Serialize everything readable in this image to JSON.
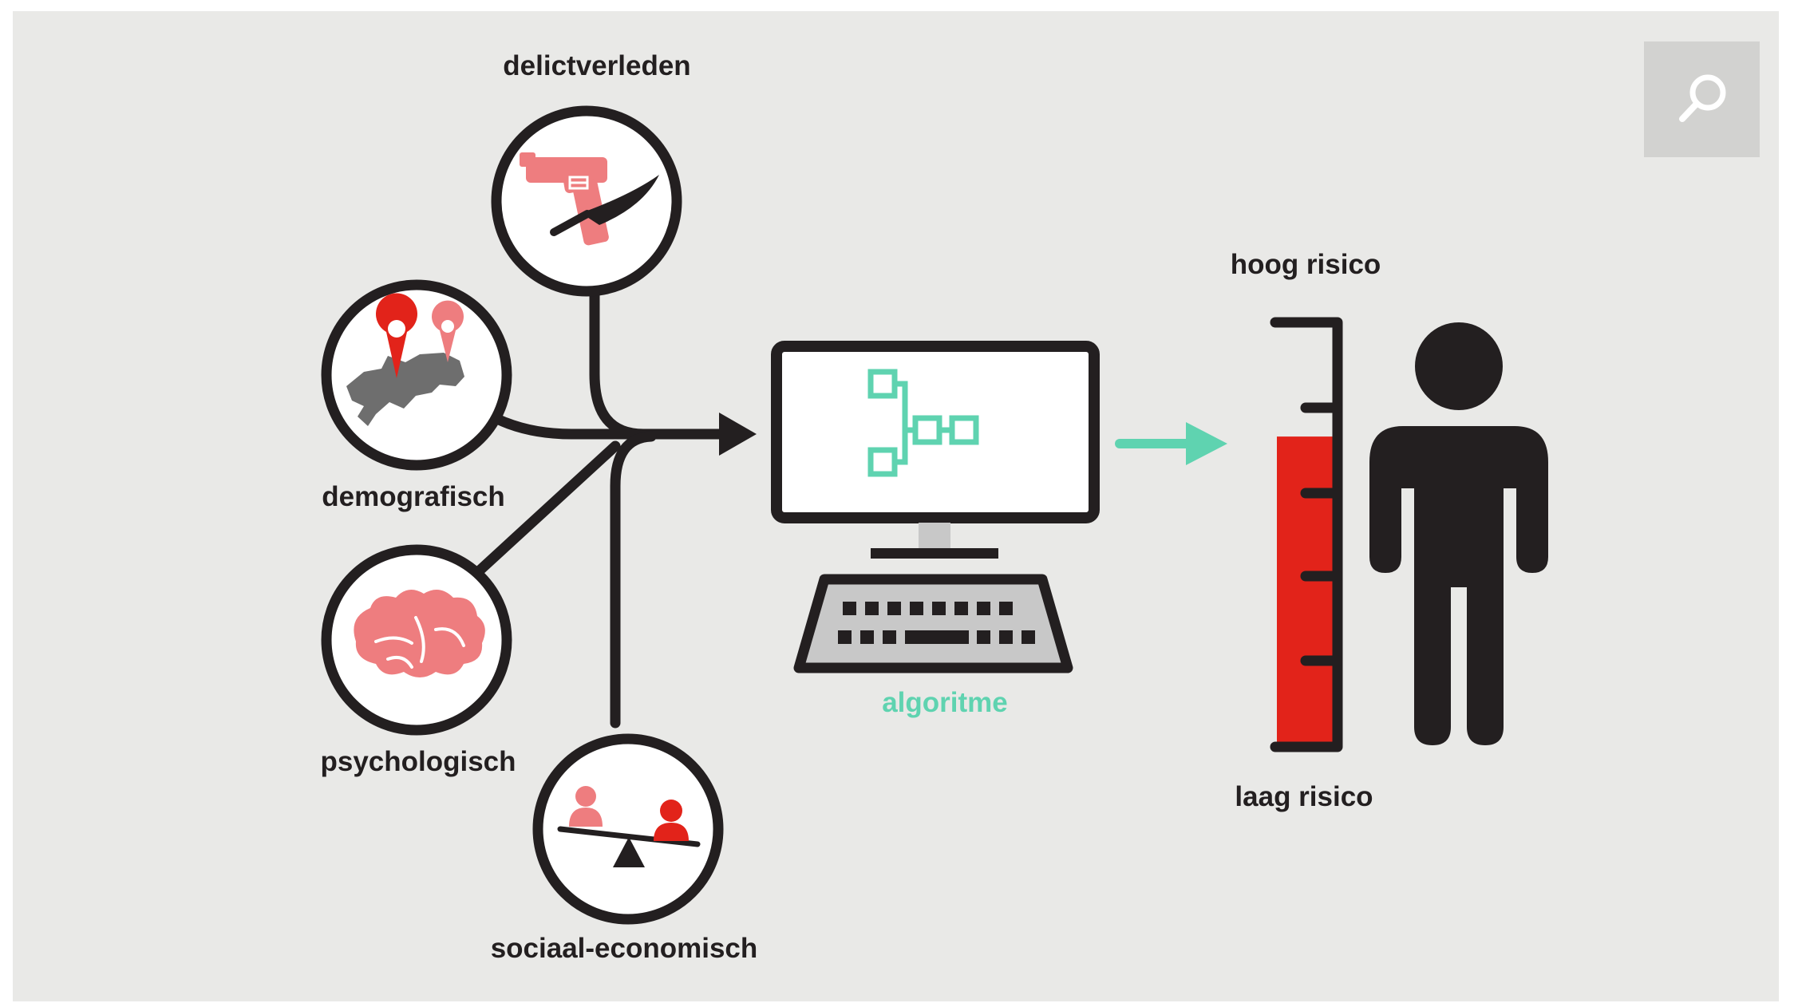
{
  "diagram": {
    "inputs": {
      "delictverleden": "delictverleden",
      "demografisch": "demografisch",
      "psychologisch": "psychologisch",
      "sociaal_economisch": "sociaal-economisch"
    },
    "algorithm_label": "algoritme",
    "scale": {
      "high_label": "hoog risico",
      "low_label": "laag risico",
      "risk_level": 0.73
    }
  },
  "toolbar": {
    "zoom_icon": "magnifier-icon"
  },
  "colors": {
    "background": "#e9e9e7",
    "ink": "#231f20",
    "red": "#e2231a",
    "pink": "#ee7d7f",
    "teal": "#5fd3b0",
    "grey": "#6e6e6e",
    "keyboard_grey": "#c8c8c8"
  }
}
